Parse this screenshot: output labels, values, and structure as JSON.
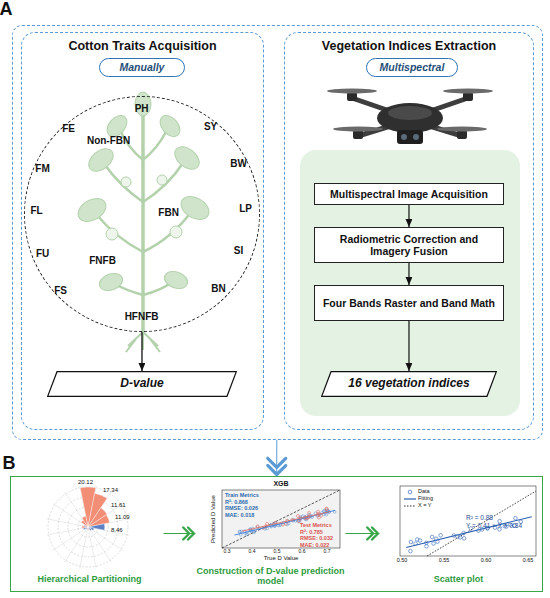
{
  "diagram": {
    "nodes": [
      {
        "text": [
          "A"
        ]
      },
      {
        "text": [
          "Cotton Traits Acquisition"
        ],
        "in": 0
      },
      {
        "text": [
          "Manually"
        ],
        "in": 1
      },
      {
        "text": [
          "PH",
          "SY",
          "BW",
          "LP",
          "SI",
          "BN",
          "HFNFB",
          "FS",
          "FU",
          "FL",
          "FM",
          "FE",
          "Non-FBN",
          "FBN",
          "FNFB"
        ],
        "in": 1
      },
      {
        "text": [
          "D-value"
        ],
        "in": 1
      },
      {
        "text": [
          "Vegetation Indices Extraction"
        ],
        "in": 0
      },
      {
        "text": [
          "Multispectral"
        ],
        "in": 5
      },
      {
        "text": [
          "Multispectral Image Acquisition"
        ],
        "in": 5
      },
      {
        "text": [
          "Radiometric Correction and Imagery Fusion"
        ],
        "in": 5
      },
      {
        "text": [
          "Four Bands Raster and Band Math"
        ],
        "in": 5
      },
      {
        "text": [
          "16 vegetation indices"
        ],
        "in": 5
      },
      {
        "text": [
          "B"
        ]
      },
      {
        "text": [
          "Hierarchical Partitioning"
        ],
        "in": 11
      },
      {
        "text": [
          "Construction of D-value prediction model"
        ],
        "in": 11
      },
      {
        "text": [
          "Scatter plot"
        ],
        "in": 11
      }
    ],
    "edges": [
      {
        "from": 3,
        "to": 4,
        "arrow": "to"
      },
      {
        "from": 7,
        "to": 8,
        "arrow": "to"
      },
      {
        "from": 8,
        "to": 9,
        "arrow": "to"
      },
      {
        "from": 9,
        "to": 10,
        "arrow": "to"
      },
      {
        "from": 0,
        "to": 11,
        "arrow": "to"
      },
      {
        "from": 12,
        "to": 13,
        "arrow": "to"
      },
      {
        "from": 13,
        "to": 14,
        "arrow": "to"
      }
    ],
    "labels": [
      "20.12",
      "17.34",
      "11.61",
      "11.09",
      "8.46",
      "XGB",
      "Train Metrics",
      "R²: 0.868",
      "RMSE: 0.026",
      "MAE: 0.018",
      "Test Metrics",
      "R²: 0.785",
      "RMSE: 0.032",
      "MAE: 0.022",
      "True D Value",
      "Predicted D Value",
      "0.3",
      "0.4",
      "0.5",
      "0.6",
      "0.7",
      "R² = 0.88",
      "Y = 0.41 × X + 0.34",
      "0.50",
      "0.55",
      "0.60",
      "0.65"
    ],
    "legend": [
      {
        "text": "Data"
      },
      {
        "text": "Fitting"
      },
      {
        "text": "X = Y"
      }
    ]
  }
}
